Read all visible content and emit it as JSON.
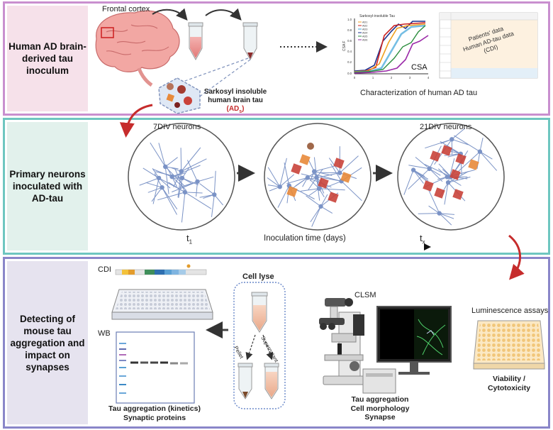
{
  "colors": {
    "panel1_border": "#c98fcf",
    "panel1_side": "#f6e1ea",
    "panel2_border": "#6ec6c0",
    "panel2_side": "#e2f1ec",
    "panel3_border": "#8a86c9",
    "panel3_side": "#e6e3ef",
    "red_arrow": "#c62c2c",
    "neuron": "#7b93c6",
    "tau": "#c9423a"
  },
  "panel1": {
    "title": "Human AD brain-derived tau inoculum",
    "frontal_cortex": "Frontal cortex",
    "sarkosyl_line1": "Sarkosyl insoluble",
    "sarkosyl_line2": "human brain tau",
    "ad_label": "(AD",
    "ad_sub": "s",
    "ad_close": ")",
    "csa_chart_title": "Sarkosyl-insoluble Tau",
    "csa_label": "CSA",
    "csa_ylabel": "CSA F",
    "csa_legend": [
      "AD1",
      "AD2",
      "AD3",
      "AD4",
      "AD5",
      "AD6"
    ],
    "csa_yticks": [
      "1.0",
      "0.8",
      "0.6",
      "0.4",
      "0.2",
      "0.0"
    ],
    "csa_xticks": [
      "0",
      "1",
      "2",
      "3",
      "4"
    ],
    "patients_line1": "Patients' data",
    "patients_line2": "Human AD-tau data",
    "patients_line3": "(CDI)",
    "characterization": "Characterization of human AD tau"
  },
  "panel2": {
    "title": "Primary neurons inoculated with AD-tau",
    "div7": "7DIV neurons",
    "div21": "21DIV neurons",
    "t1": "t",
    "t1_sub": "1",
    "tx": "t",
    "tx_sub": "x",
    "timeline": "Inoculation time (days)"
  },
  "panel3": {
    "title": "Detecting of mouse tau aggregation and impact on synapses",
    "cdi": "CDI",
    "wb": "WB",
    "cell_lyse": "Cell lyse",
    "pellet": "Pellet",
    "supernatant": "Supernatant",
    "clsm": "CLSM",
    "luminescence": "Luminescence assays",
    "viability_line1": "Viability /",
    "viability_line2": "Cytotoxicity",
    "tau_kinetics_line1": "Tau aggregation (kinetics)",
    "tau_kinetics_line2": "Synaptic proteins",
    "clsm_line1": "Tau aggregation",
    "clsm_line2": "Cell morphology",
    "clsm_line3": "Synapse"
  }
}
